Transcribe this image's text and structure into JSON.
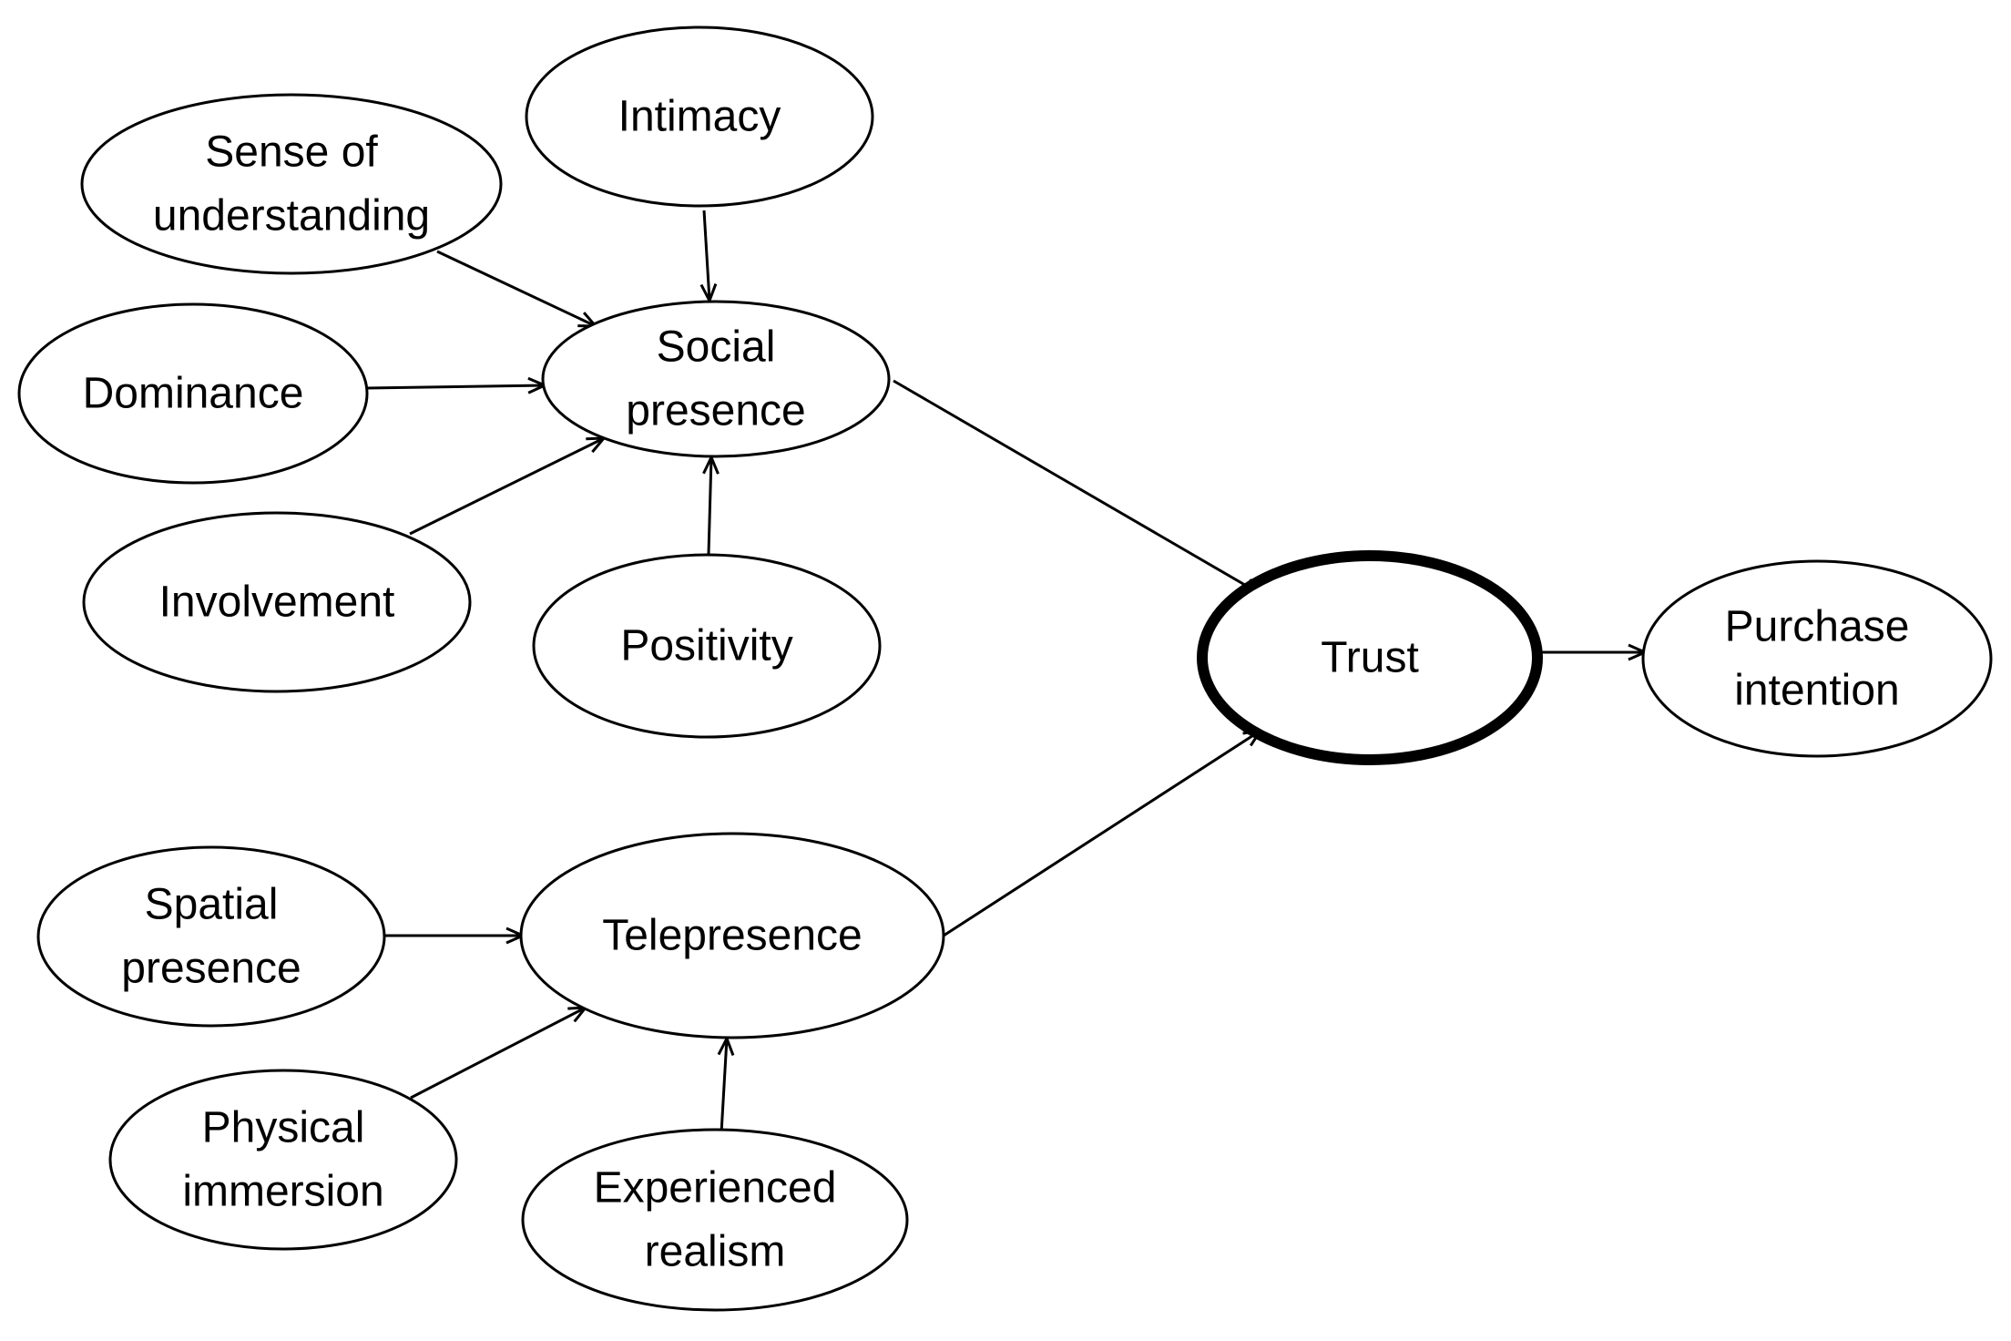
{
  "diagram": {
    "nodes": [
      {
        "id": "sense_of_understanding",
        "lines": [
          "Sense of",
          "understanding"
        ]
      },
      {
        "id": "intimacy",
        "lines": [
          "Intimacy"
        ]
      },
      {
        "id": "dominance",
        "lines": [
          "Dominance"
        ]
      },
      {
        "id": "social_presence",
        "lines": [
          "Social",
          "presence"
        ]
      },
      {
        "id": "involvement",
        "lines": [
          "Involvement"
        ]
      },
      {
        "id": "positivity",
        "lines": [
          "Positivity"
        ]
      },
      {
        "id": "trust",
        "lines": [
          "Trust"
        ],
        "emphasized": true
      },
      {
        "id": "purchase_intention",
        "lines": [
          "Purchase",
          "intention"
        ]
      },
      {
        "id": "spatial_presence",
        "lines": [
          "Spatial",
          "presence"
        ]
      },
      {
        "id": "telepresence",
        "lines": [
          "Telepresence"
        ]
      },
      {
        "id": "physical_immersion",
        "lines": [
          "Physical",
          "immersion"
        ]
      },
      {
        "id": "experienced_realism",
        "lines": [
          "Experienced",
          "realism"
        ]
      }
    ],
    "edges": [
      {
        "from": "sense_of_understanding",
        "to": "social_presence"
      },
      {
        "from": "intimacy",
        "to": "social_presence"
      },
      {
        "from": "dominance",
        "to": "social_presence"
      },
      {
        "from": "involvement",
        "to": "social_presence"
      },
      {
        "from": "positivity",
        "to": "social_presence"
      },
      {
        "from": "social_presence",
        "to": "trust"
      },
      {
        "from": "telepresence",
        "to": "trust"
      },
      {
        "from": "trust",
        "to": "purchase_intention"
      },
      {
        "from": "spatial_presence",
        "to": "telepresence"
      },
      {
        "from": "physical_immersion",
        "to": "telepresence"
      },
      {
        "from": "experienced_realism",
        "to": "telepresence"
      }
    ]
  }
}
